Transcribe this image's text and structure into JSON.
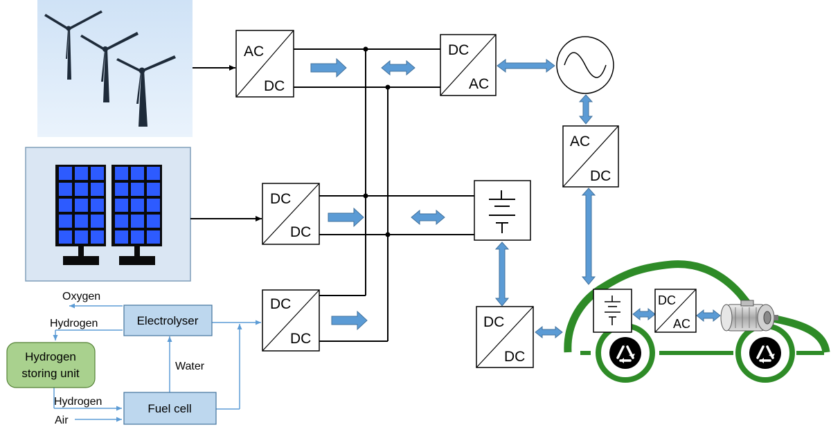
{
  "converters": {
    "wind": {
      "top": "AC",
      "bottom": "DC"
    },
    "grid": {
      "top": "DC",
      "bottom": "AC"
    },
    "solar": {
      "top": "DC",
      "bottom": "DC"
    },
    "charger": {
      "top": "AC",
      "bottom": "DC"
    },
    "electrolyser": {
      "top": "DC",
      "bottom": "DC"
    },
    "ev_charger": {
      "top": "DC",
      "bottom": "DC"
    },
    "car_inverter": {
      "top": "DC",
      "bottom": "AC"
    }
  },
  "hydrogen": {
    "electrolyser": "Electrolyser",
    "fuel_cell": "Fuel cell",
    "storage_line1": "Hydrogen",
    "storage_line2": "storing unit",
    "oxygen": "Oxygen",
    "hydrogen_out": "Hydrogen",
    "hydrogen_in": "Hydrogen",
    "water": "Water",
    "air": "Air"
  },
  "colors": {
    "arrow_blue": "#5b9bd5",
    "arrow_stroke": "#41719c",
    "h2_box": "#bdd7ee",
    "storage_box": "#a9d18e",
    "car_green": "#2e8b27",
    "solar_panel": "#2d5bff"
  },
  "icons": [
    "wind-turbine-icon",
    "solar-panel-icon",
    "ac-source-icon",
    "battery-icon",
    "recycle-icon",
    "motor-icon"
  ]
}
